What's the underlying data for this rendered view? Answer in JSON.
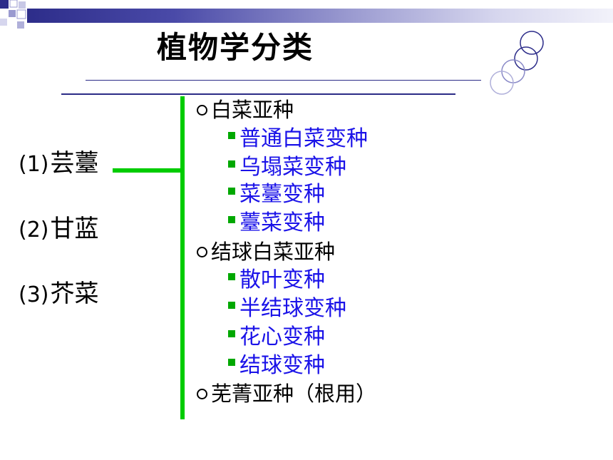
{
  "title": "植物学分类",
  "left_items": [
    {
      "num": "(1)",
      "name": "芸薹"
    },
    {
      "num": "(2)",
      "name": "甘蓝"
    },
    {
      "num": "(3)",
      "name": "芥菜"
    }
  ],
  "subspecies": [
    {
      "label": "白菜亚种",
      "varieties": [
        "普通白菜变种",
        "乌塌菜变种",
        "菜薹变种",
        "薹菜变种"
      ]
    },
    {
      "label": "结球白菜亚种",
      "varieties": [
        "散叶变种",
        "半结球变种",
        "花心变种",
        "结球变种"
      ]
    },
    {
      "label": "芜菁亚种（根用）",
      "varieties": []
    }
  ],
  "colors": {
    "variety_text": "#1a12e8",
    "connector": "#00cc00",
    "square_bullet": "#00a800",
    "rule": "#2b2b86"
  },
  "icons": {
    "subspecies_bullet": "hollow-circle",
    "variety_bullet": "filled-square"
  }
}
